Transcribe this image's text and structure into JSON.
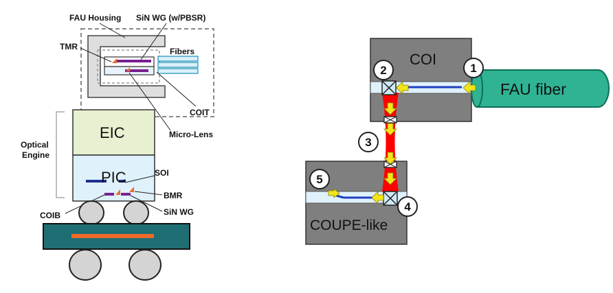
{
  "left_diagram": {
    "labels": {
      "fau_housing": "FAU Housing",
      "sin_wg_pbsr": "SiN WG (w/PBSR)",
      "tmr": "TMR",
      "fibers": "Fibers",
      "coit": "COIT",
      "micro_lens": "Micro-Lens",
      "optical": "Optical",
      "engine": "Engine",
      "eic": "EIC",
      "pic": "PIC",
      "soi": "SOI",
      "bmr": "BMR",
      "coib": "COIB",
      "sin_wg": "SiN WG"
    }
  },
  "right_diagram": {
    "labels": {
      "coi": "COI",
      "fau_fiber": "FAU fiber",
      "coupe_like": "COUPE-like"
    },
    "markers": [
      "1",
      "2",
      "3",
      "4",
      "5"
    ]
  },
  "colors": {
    "chip_gray": "#7f7f7f",
    "fiber_green": "#2fb392",
    "beam_red": "#ff0000",
    "arrow_yellow": "#f2e61b",
    "waveguide_blue": "#1f3fbf",
    "eic_green": "#e7f1d2",
    "pic_blue": "#dff1fb",
    "substrate_teal": "#1f6e73",
    "trace_orange": "#f06a2a",
    "sin_purple": "#7a2090"
  }
}
